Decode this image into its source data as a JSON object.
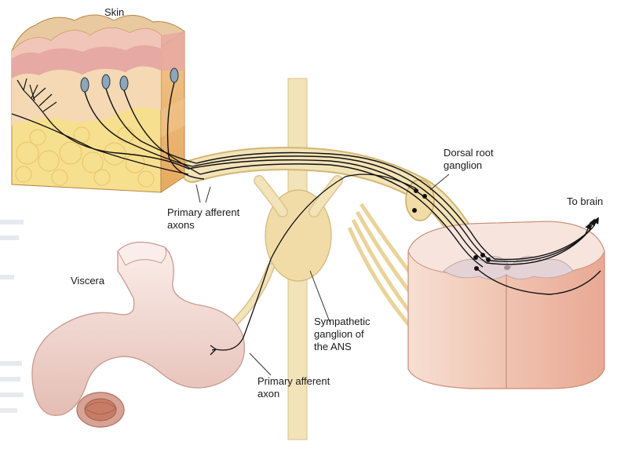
{
  "labels": {
    "skin": "Skin",
    "primary_afferent_axons": [
      "Primary afferent",
      "axons"
    ],
    "dorsal_root_ganglion": [
      "Dorsal root",
      "ganglion"
    ],
    "to_brain": "To brain",
    "viscera": "Viscera",
    "sympathetic_ganglion": [
      "Sympathetic",
      "ganglion of",
      "the ANS"
    ],
    "primary_afferent_axon": [
      "Primary afferent",
      "axon"
    ]
  },
  "colors": {
    "nerve_fill": "#f3e3b8",
    "skin_top": "#e8c9a0",
    "skin_pink": "#e7a9a3",
    "fat_yellow": "#f6df8e",
    "cord_outer": "#f2c6b4",
    "gut": "#f3dcd6"
  }
}
